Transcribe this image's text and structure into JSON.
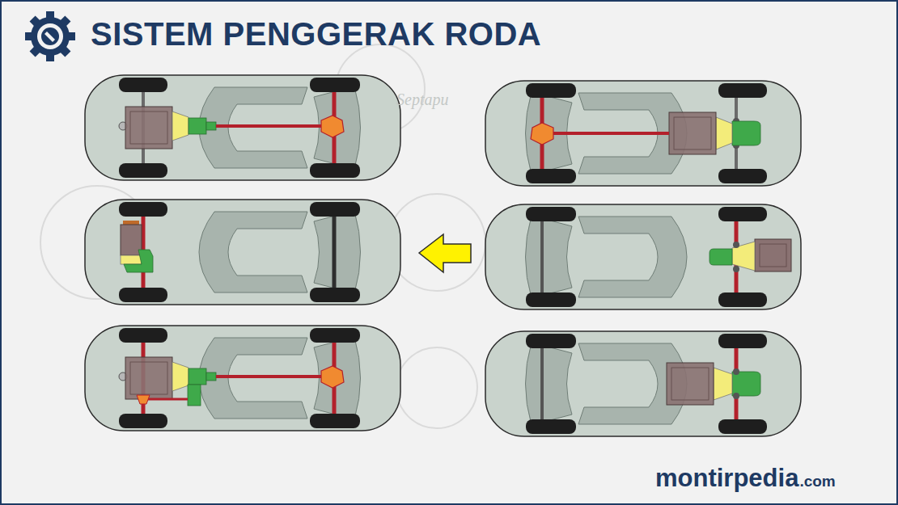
{
  "diagram": {
    "title": "SISTEM PENGGERAK RODA",
    "labels": [
      "Septapu",
      "montirpedia",
      ".com"
    ]
  }
}
